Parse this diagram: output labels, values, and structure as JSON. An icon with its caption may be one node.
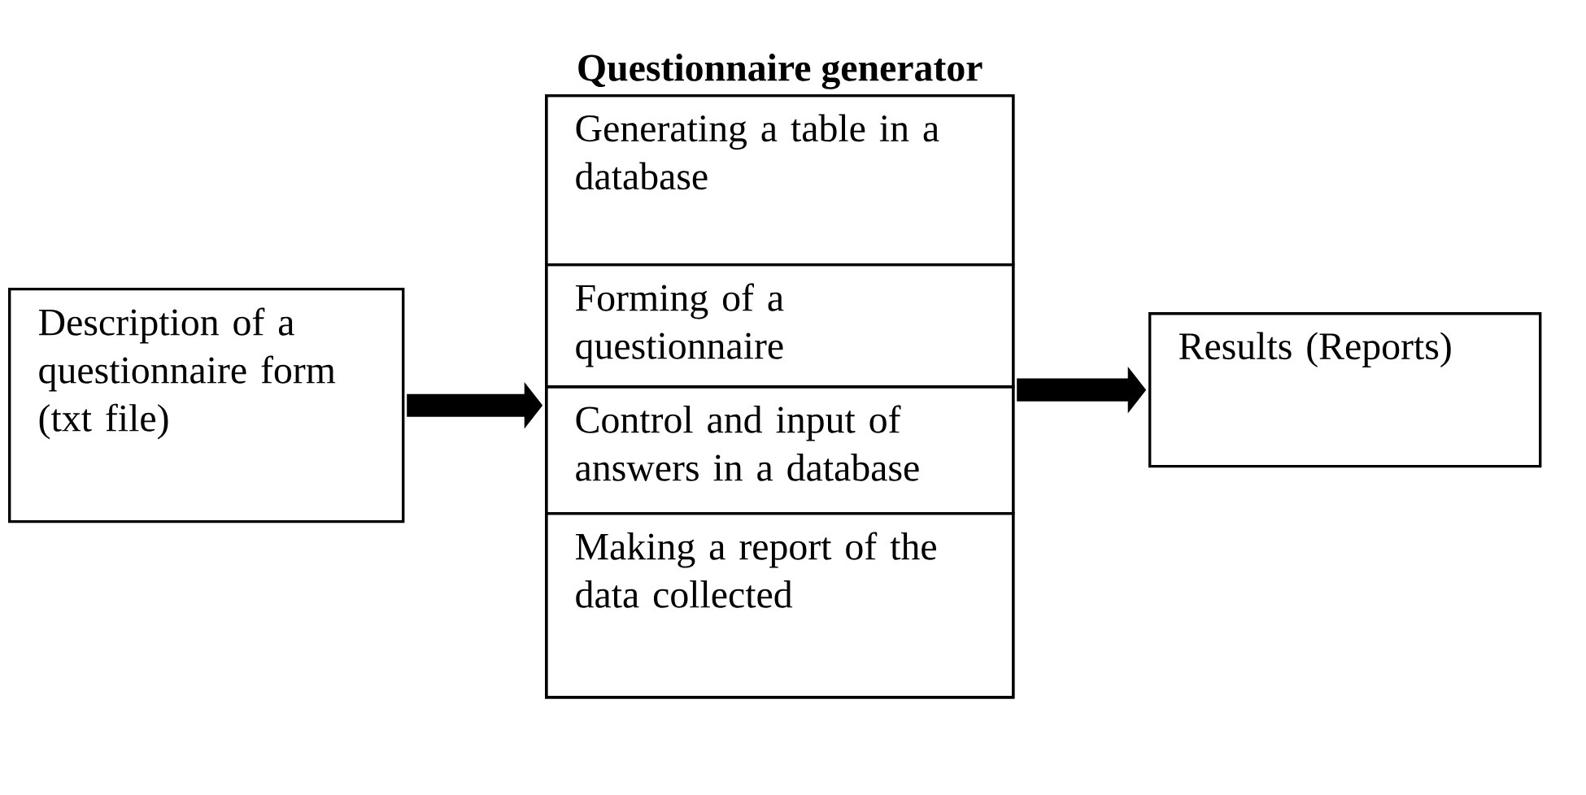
{
  "diagram": {
    "nodes": [
      {
        "text": [
          "Description of a questionnaire form (txt file)"
        ]
      },
      {
        "text": [
          "Questionnaire generator"
        ]
      },
      {
        "text": [
          "Generating a table in a database"
        ],
        "in": 1
      },
      {
        "text": [
          "Forming of a questionnaire"
        ],
        "in": 1
      },
      {
        "text": [
          "Control and input of answers in a database"
        ],
        "in": 1
      },
      {
        "text": [
          "Making a report of the data collected"
        ],
        "in": 1
      },
      {
        "text": [
          "Results (Reports)"
        ]
      }
    ],
    "edges": [
      {
        "from": 0,
        "to": 1,
        "arrow": "to"
      },
      {
        "from": 1,
        "to": 6,
        "arrow": "to"
      }
    ]
  }
}
